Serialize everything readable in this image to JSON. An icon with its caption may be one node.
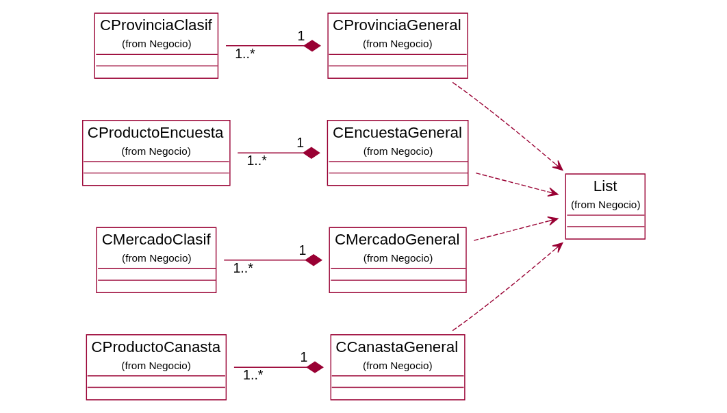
{
  "diagram": {
    "nodes": [
      {
        "text": [
          "CProvinciaClasif",
          "(from Negocio)"
        ]
      },
      {
        "text": [
          "CProvinciaGeneral",
          "(from Negocio)"
        ]
      },
      {
        "text": [
          "CProductoEncuesta",
          "(from Negocio)"
        ]
      },
      {
        "text": [
          "CEncuestaGeneral",
          "(from Negocio)"
        ]
      },
      {
        "text": [
          "CMercadoClasif",
          "(from Negocio)"
        ]
      },
      {
        "text": [
          "CMercadoGeneral",
          "(from Negocio)"
        ]
      },
      {
        "text": [
          "List",
          "(from Negocio)"
        ]
      },
      {
        "text": [
          "CProductoCanasta",
          "(from Negocio)"
        ]
      },
      {
        "text": [
          "CCanastaGeneral",
          "(from Negocio)"
        ]
      }
    ],
    "edges": [
      {
        "from": 0,
        "to": 1,
        "arrow": "other"
      },
      {
        "from": 2,
        "to": 3,
        "arrow": "other"
      },
      {
        "from": 4,
        "to": 5,
        "arrow": "other"
      },
      {
        "from": 7,
        "to": 8,
        "arrow": "other"
      },
      {
        "from": 1,
        "to": 6,
        "arrow": "to",
        "style": "dashed"
      },
      {
        "from": 3,
        "to": 6,
        "arrow": "to",
        "style": "dashed"
      },
      {
        "from": 5,
        "to": 6,
        "arrow": "to",
        "style": "dashed"
      },
      {
        "from": 8,
        "to": 6,
        "arrow": "to",
        "style": "dashed"
      }
    ],
    "labels": [
      "1",
      "1..*",
      "1",
      "1..*",
      "1",
      "1..*",
      "1",
      "1..*"
    ]
  }
}
